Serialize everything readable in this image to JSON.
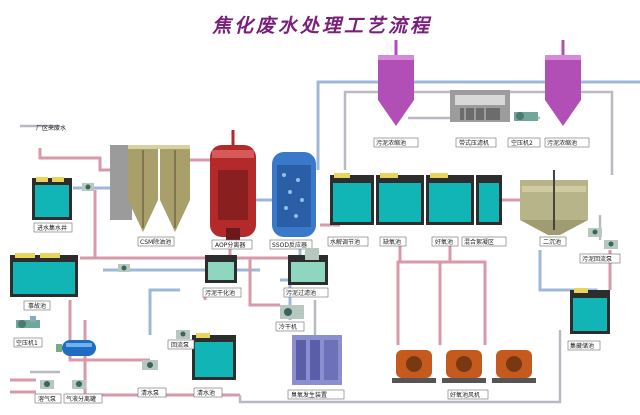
{
  "title": "焦化废水处理工艺流程",
  "colors": {
    "water": "#12b5b5",
    "silo": "#b24fb7",
    "aop": "#b42a2a",
    "ssod": "#3a78c9",
    "pipe_red": "#d89aa8",
    "pipe_blue": "#9fb8d8"
  },
  "labels": {
    "inlet": "厂区来废水",
    "pump_well": "进水集水井",
    "accident_pool": "事故池",
    "air_compressor_1": "空压机1",
    "dissolved_air": "溶气泵",
    "air_separator": "气液分离罐",
    "csm": "CSM除油池",
    "aop": "AOP分离器",
    "ssod": "SSOD反应器",
    "sludge_dry": "污泥干化池",
    "sludge_filter": "污泥过滤池",
    "dewatering": "冷干机",
    "ozone": "臭氧发生装置",
    "clear_pump": "清水泵",
    "clear_pool": "清水池",
    "reflux_pump": "回流泵",
    "regulate": "水解调节池",
    "anoxic": "缺氧池",
    "aerobic": "好氧池",
    "mixed_sed": "混合絮凝区",
    "secondary": "二沉池",
    "sludge_backflow": "污泥回流泵",
    "sludge_thick_1": "污泥浓缩池",
    "press": "带式压滤机",
    "air_compressor_2": "空压机2",
    "sludge_thick_2": "污泥浓缩池",
    "final_tank": "集藏储池",
    "blower": "好氧池风机"
  },
  "icons": [
    "pump-icon",
    "blower-icon",
    "compressor-icon",
    "filter-press-icon",
    "silo-icon",
    "reactor-icon",
    "tank-icon",
    "valve-icon"
  ]
}
